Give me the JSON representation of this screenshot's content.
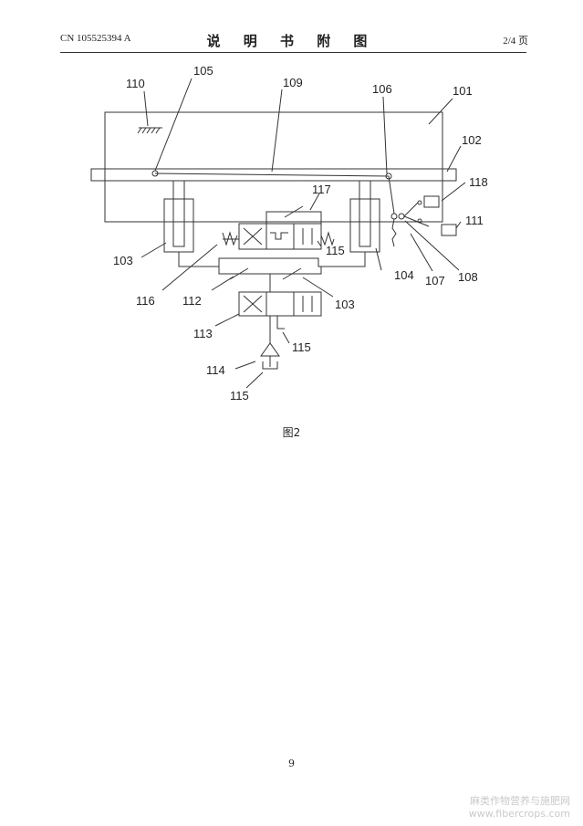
{
  "header": {
    "left": "CN 105525394 A",
    "title": "说 明 书 附 图",
    "right": "2/4 页"
  },
  "figure": {
    "caption": "图2",
    "labels": {
      "l110": "110",
      "l105": "105",
      "l109": "109",
      "l106": "106",
      "l101": "101",
      "l102": "102",
      "l117": "117",
      "l118": "118",
      "l111": "111",
      "l103a": "103",
      "l115a": "115",
      "l104": "104",
      "l107": "107",
      "l108": "108",
      "l116": "116",
      "l112": "112",
      "l103b": "103",
      "l113": "113",
      "l115b": "115",
      "l114": "114",
      "l115c": "115"
    }
  },
  "footer": {
    "page_number": "9"
  },
  "watermark": {
    "line1": "麻类作物营养与施肥网",
    "line2": "www.fibercrops.com"
  }
}
